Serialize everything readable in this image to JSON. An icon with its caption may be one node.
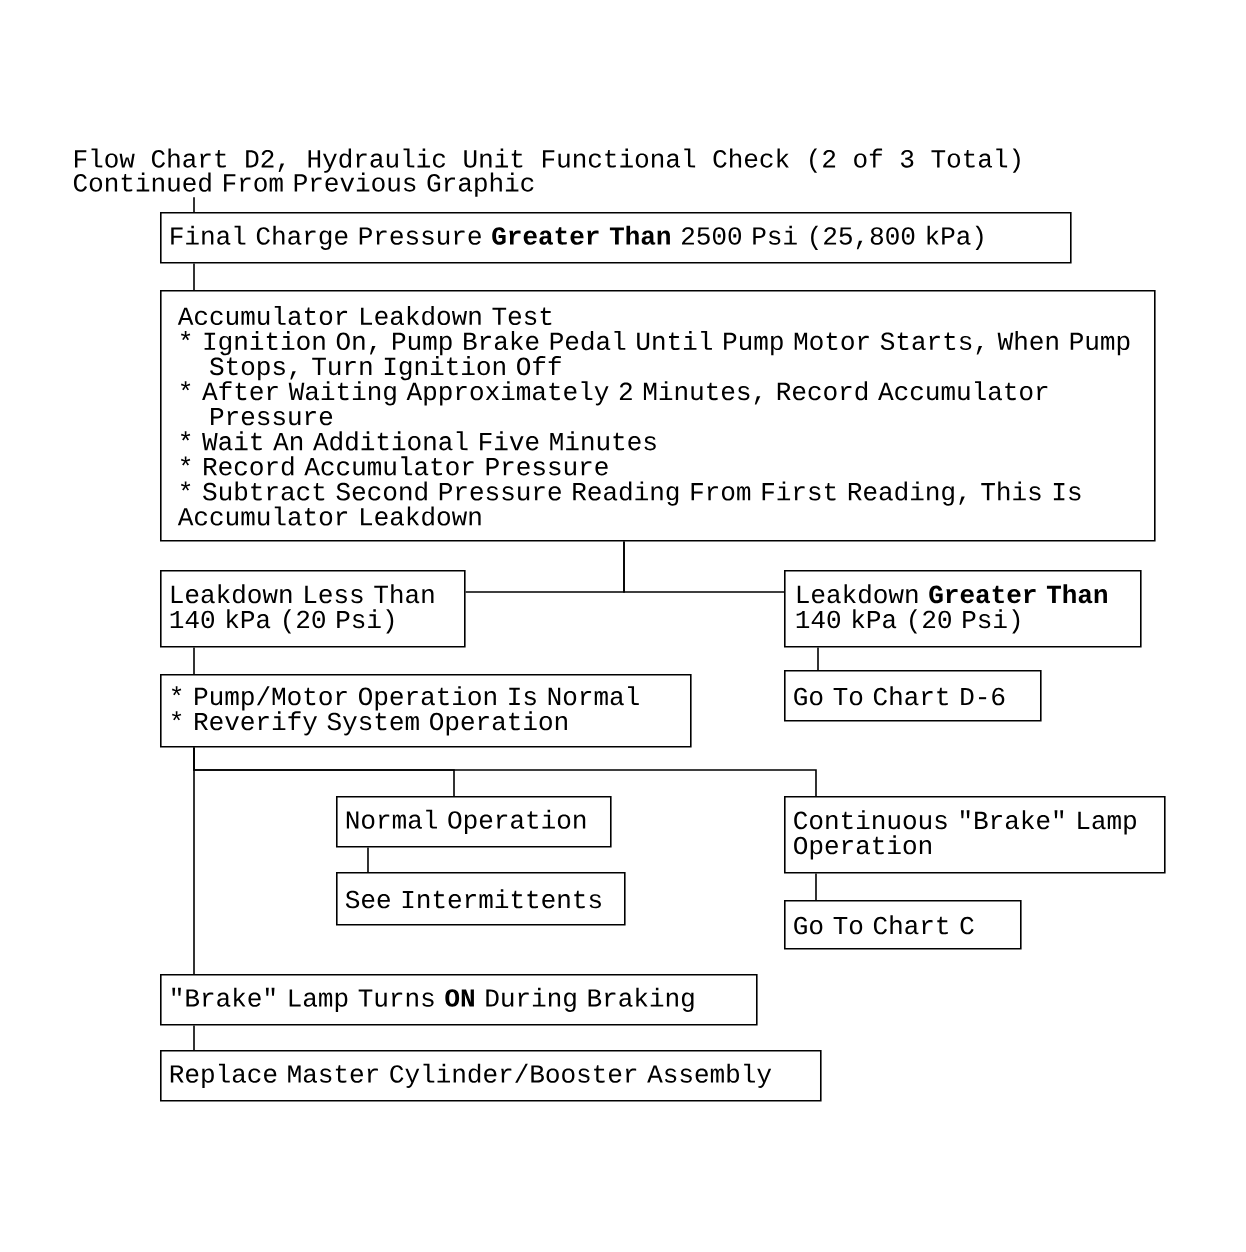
{
  "diagram": {
    "title": "Flow Chart D2, Hydraulic Unit Functional Check (2 of 3 Total)",
    "nodes": [
      {
        "text": [
          "Continued From Previous Graphic"
        ]
      },
      {
        "text": [
          "Final Charge Pressure **Greater Than** 2500 Psi (25,800 kPa)"
        ]
      },
      {
        "text": [
          "Accumulator Leakdown Test",
          "* Ignition On, Pump Brake Pedal Until Pump Motor Starts, When Pump Stops, Turn Ignition Off",
          "* After Waiting Approximately 2 Minutes, Record Accumulator Pressure",
          "* Wait An Additional Five Minutes",
          "* Record Accumulator Pressure",
          "* Subtract Second Pressure Reading From First Reading, This Is Accumulator Leakdown"
        ]
      },
      {
        "text": [
          "Leakdown Less Than 140 kPa (20 Psi)"
        ]
      },
      {
        "text": [
          "Leakdown **Greater Than** 140 kPa (20 Psi)"
        ]
      },
      {
        "text": [
          "* Pump/Motor Operation Is Normal",
          "* Reverify System Operation"
        ]
      },
      {
        "text": [
          "Go To Chart D-6"
        ]
      },
      {
        "text": [
          "Normal Operation"
        ]
      },
      {
        "text": [
          "See Intermittents"
        ]
      },
      {
        "text": [
          "Continuous \"Brake\" Lamp Operation"
        ]
      },
      {
        "text": [
          "Go To Chart C"
        ]
      },
      {
        "text": [
          "\"Brake\" Lamp Turns **ON** During Braking"
        ]
      },
      {
        "text": [
          "Replace Master Cylinder/Booster Assembly"
        ]
      }
    ],
    "edges": [
      {
        "from": 0,
        "to": 1,
        "arrow": "none"
      },
      {
        "from": 1,
        "to": 2,
        "arrow": "none"
      },
      {
        "from": 2,
        "to": 3,
        "arrow": "none"
      },
      {
        "from": 2,
        "to": 4,
        "arrow": "none"
      },
      {
        "from": 3,
        "to": 5,
        "arrow": "none"
      },
      {
        "from": 4,
        "to": 6,
        "arrow": "none"
      },
      {
        "from": 5,
        "to": 7,
        "arrow": "none"
      },
      {
        "from": 5,
        "to": 9,
        "arrow": "none"
      },
      {
        "from": 5,
        "to": 11,
        "arrow": "none"
      },
      {
        "from": 7,
        "to": 8,
        "arrow": "none"
      },
      {
        "from": 9,
        "to": 10,
        "arrow": "none"
      },
      {
        "from": 11,
        "to": 12,
        "arrow": "none"
      }
    ]
  }
}
